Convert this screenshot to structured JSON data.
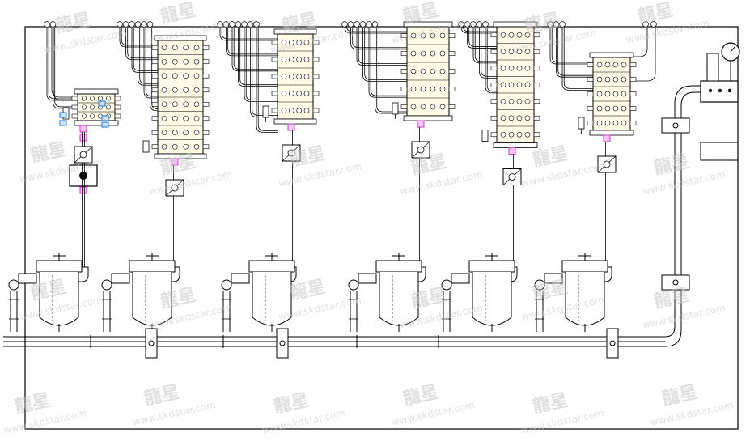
{
  "diagram": {
    "type": "lubrication-piping-schematic",
    "line_color": "#000000",
    "fitting_color": "#d03cd0",
    "valve_accent_color": "#2a7fd4",
    "background_color": "#ffffff",
    "distributor_groups": [
      {
        "id": "A",
        "blocks": 3,
        "header_tags": 2
      },
      {
        "id": "B",
        "blocks": 8,
        "header_tags": 6
      },
      {
        "id": "C",
        "blocks": 5,
        "header_tags": 7
      },
      {
        "id": "D",
        "blocks": 5,
        "header_tags": 6
      },
      {
        "id": "E",
        "blocks": 7,
        "header_tags": 5
      },
      {
        "id": "F",
        "blocks": 5,
        "header_tags": 3
      }
    ],
    "filter_units": 6
  },
  "watermark": {
    "brand": "龍星",
    "url": "www.skdstar.com"
  }
}
